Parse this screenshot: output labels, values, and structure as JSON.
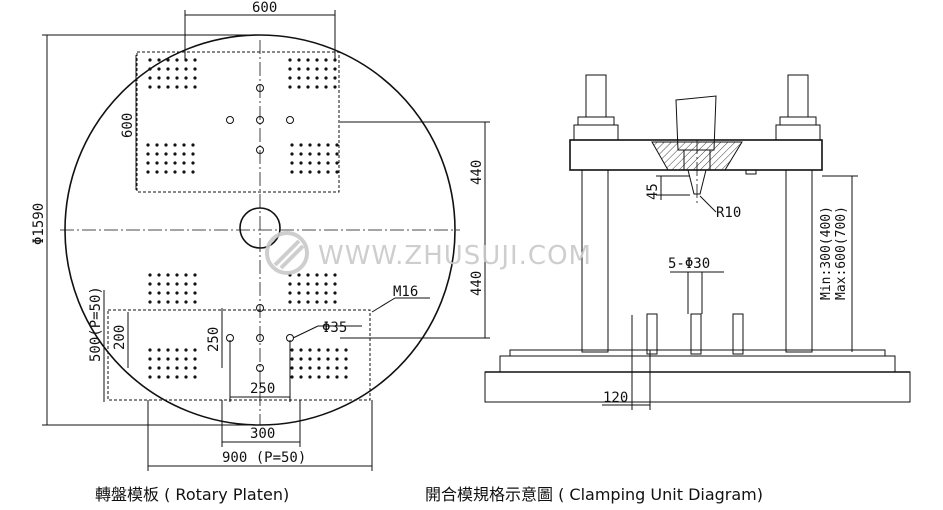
{
  "watermark": "WWW.ZHUSUJI.COM",
  "rotary": {
    "caption": "轉盤模板 ( Rotary  Platen)",
    "dim_top_600": "600",
    "dim_side_600": "600",
    "dim_phi1590": "Φ1590",
    "dim_440_upper": "440",
    "dim_440_lower": "440",
    "dim_m16": "M16",
    "dim_phi35": "Φ35",
    "dim_200": "200",
    "dim_500": "500(P=50)",
    "dim_250_v": "250",
    "dim_250_h": "250",
    "dim_300": "300",
    "dim_900": "900 (P=50)"
  },
  "clamping": {
    "caption": "開合模規格示意圖 ( Clamping  Unit Diagram)",
    "dim_45": "45",
    "dim_r10": "R10",
    "dim_5phi30": "5-Φ30",
    "dim_minmax_min": "Min:300(400)",
    "dim_minmax_max": "Max:600(700)",
    "dim_120": "120"
  }
}
